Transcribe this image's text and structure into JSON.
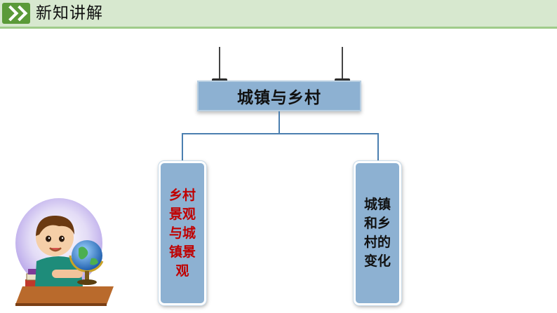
{
  "header": {
    "title": "新知讲解",
    "icon": "double-chevron-right-icon",
    "accent": "#5a9a38",
    "background": "#d7e8cf"
  },
  "diagram": {
    "root": {
      "label": "城镇与乡村",
      "color": "#8db1d2"
    },
    "children": [
      {
        "label": "乡村景观与城镇景观",
        "text_color": "#c00000"
      },
      {
        "label": "城镇和乡村的变化",
        "text_color": "#111111"
      }
    ],
    "connector_color": "#4b7fb0"
  },
  "illustration": {
    "icon": "boy-with-globe-icon"
  }
}
